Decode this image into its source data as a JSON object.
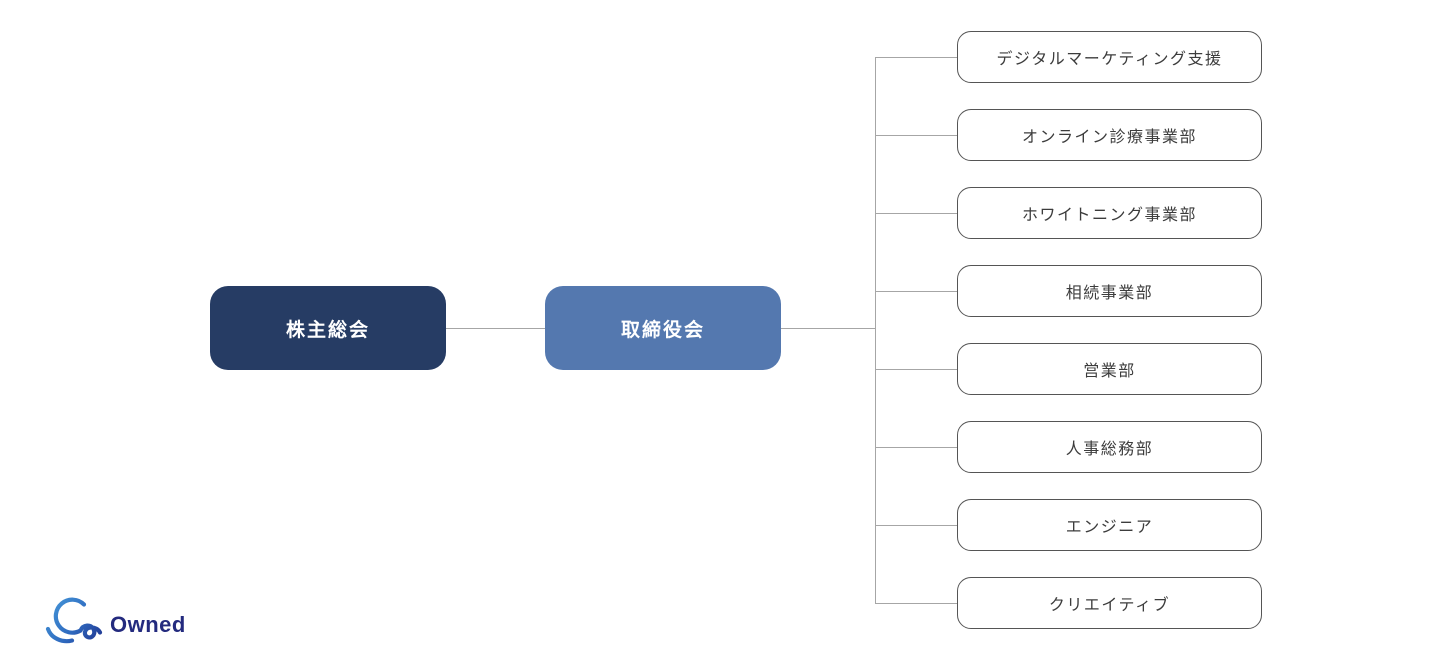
{
  "org": {
    "root": {
      "label": "株主総会"
    },
    "board": {
      "label": "取締役会"
    },
    "departments": [
      {
        "label": "デジタルマーケティング支援"
      },
      {
        "label": "オンライン診療事業部"
      },
      {
        "label": "ホワイトニング事業部"
      },
      {
        "label": "相続事業部"
      },
      {
        "label": "営業部"
      },
      {
        "label": "人事総務部"
      },
      {
        "label": "エンジニア"
      },
      {
        "label": "クリエイティブ"
      }
    ]
  },
  "branding": {
    "logo_text": "Owned",
    "logo_icon": "owned-loop-icon"
  },
  "colors": {
    "root_box": "#263c64",
    "board_box": "#5478af",
    "dept_border": "#555555",
    "dept_text": "#3c3c3c",
    "connector": "#a6a6a6",
    "logo_navy": "#232a7e",
    "logo_blue": "#3f8fd4"
  }
}
